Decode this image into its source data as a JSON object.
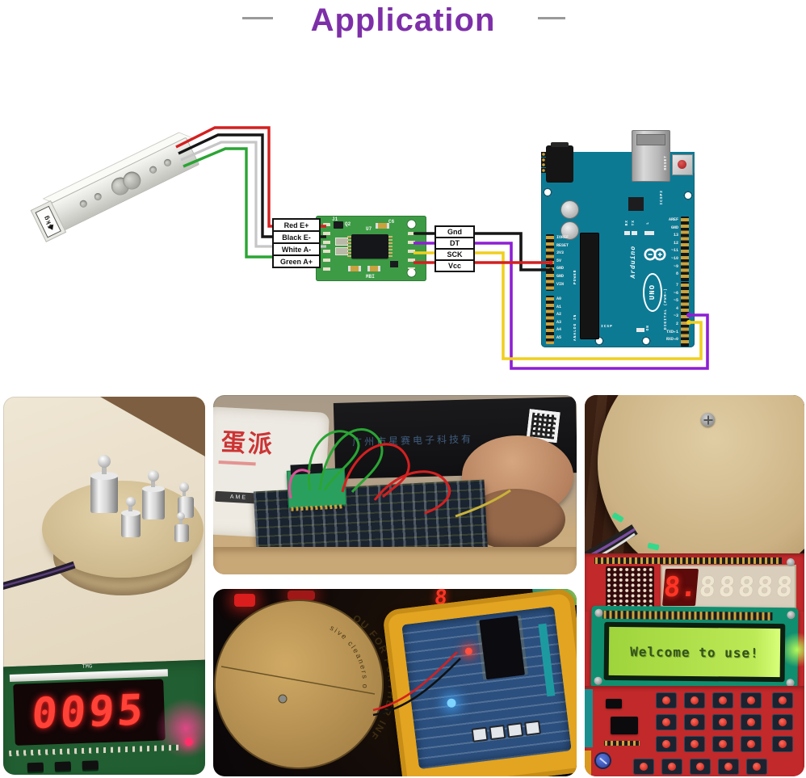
{
  "header": {
    "title": "Application"
  },
  "diagram": {
    "load_cell_label": "5kg",
    "sensor_wire_labels": [
      "Red E+",
      "Black E-",
      "White A-",
      "Green A+"
    ],
    "output_wire_labels": [
      "Gnd",
      "DT",
      "SCK",
      "Vcc"
    ],
    "hx711": {
      "j1_label": "J1",
      "q2_label": "Q2",
      "ic_label": "U7",
      "c6_label": "C6",
      "bottom_text": "MBI"
    },
    "arduino": {
      "brand": "Arduino",
      "model": "UNO",
      "reset_label": "RESET",
      "icsp2_label": "ICSP2",
      "icsp_label": "ICSP",
      "on_label": "ON",
      "tx_label": "TX",
      "rx_label": "RX",
      "led_label": "L",
      "digital_pins_top": [
        "AREF",
        "GND",
        "13",
        "12",
        "~11",
        "~10",
        "~9",
        "8"
      ],
      "digital_pins_bottom": [
        "7",
        "~6",
        "~5",
        "4",
        "~3",
        "2",
        "TXD▸1",
        "RXD◂0"
      ],
      "digital_group_label": "DIGITAL (PWM~)",
      "power_pins": [
        "IOREF",
        "RESET",
        "3V3",
        "5V",
        "GND",
        "GND",
        "VIN"
      ],
      "power_group_label": "POWER",
      "analog_pins": [
        "A0",
        "A1",
        "A2",
        "A3",
        "A4",
        "A5"
      ],
      "analog_group_label": "ANALOG IN"
    },
    "wire_colors": {
      "excitation_plus": "#d42020",
      "excitation_minus": "#161616",
      "signal_minus": "#c6c6c6",
      "signal_plus": "#2aa534",
      "data": "#8d1fd4",
      "clock": "#f0cf1e",
      "power": "#d42020",
      "ground": "#161616"
    }
  },
  "photos": {
    "scale_demo": {
      "pcb_label": "TMG",
      "seg_display_value": "0095"
    },
    "devboard_demo": {
      "box_text": "广州市星赛电子科技有",
      "bag_text": "蛋派",
      "bag_tag": "AME"
    },
    "handheld_demo": {
      "disc_arc_text": "OU FOR FURTHER INFORM",
      "disc_arc_text2": "sive cleaners o",
      "seg_digit": "8"
    },
    "kit_demo": {
      "lcd_text": "Welcome to use!",
      "seg_lit_digit": "8.",
      "seg_unlit_digit": "8"
    }
  },
  "colors": {
    "accent_purple": "#7d2fa8",
    "arduino_teal": "#0d7a94",
    "hx711_green": "#3d9b45",
    "seg_red": "#ff4238",
    "lcd_green": "#9fd43c",
    "kit_pcb_red": "#c1292b"
  }
}
